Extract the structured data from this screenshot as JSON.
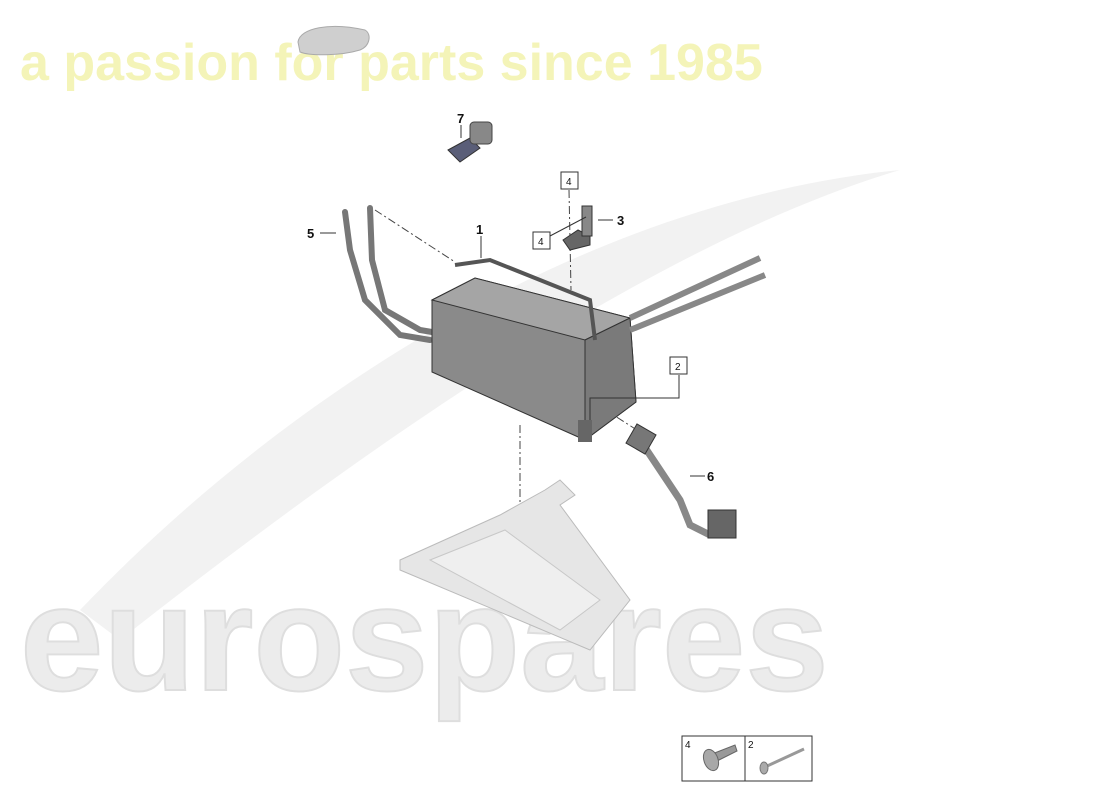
{
  "watermark": {
    "brand": "eurospares",
    "tagline": "a passion for parts since 1985",
    "brand_color": "#e8e8e8",
    "tagline_color": "#f3f3b0"
  },
  "callouts": [
    {
      "id": "1",
      "label": "1"
    },
    {
      "id": "3",
      "label": "3"
    },
    {
      "id": "5",
      "label": "5"
    },
    {
      "id": "6",
      "label": "6"
    },
    {
      "id": "7",
      "label": "7"
    }
  ],
  "boxed_refs": [
    {
      "label": "4"
    },
    {
      "label": "4"
    },
    {
      "label": "2"
    }
  ],
  "legend": [
    {
      "label": "4",
      "part": "screw-with-washer-icon"
    },
    {
      "label": "2",
      "part": "bolt-icon"
    }
  ]
}
